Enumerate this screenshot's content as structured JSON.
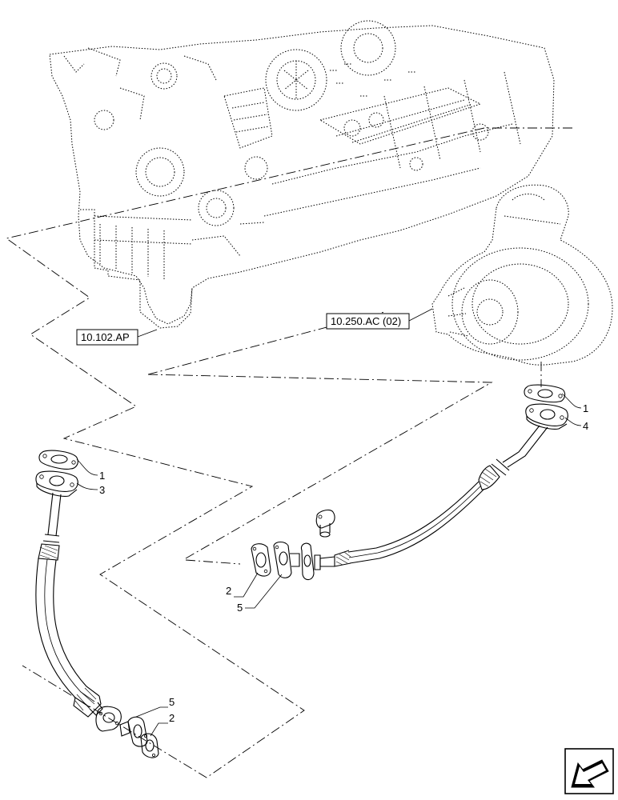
{
  "references": {
    "engine_ref": "10.102.AP",
    "turbo_ref": "10.250.AC (02)"
  },
  "callouts": {
    "right_upper_1": "1",
    "right_upper_4": "4",
    "left_upper_1": "1",
    "left_upper_3": "3",
    "right_lower_2": "2",
    "right_lower_5": "5",
    "left_lower_5": "5",
    "left_lower_2": "2"
  },
  "icons": {
    "navigation": "arrow-icon"
  }
}
